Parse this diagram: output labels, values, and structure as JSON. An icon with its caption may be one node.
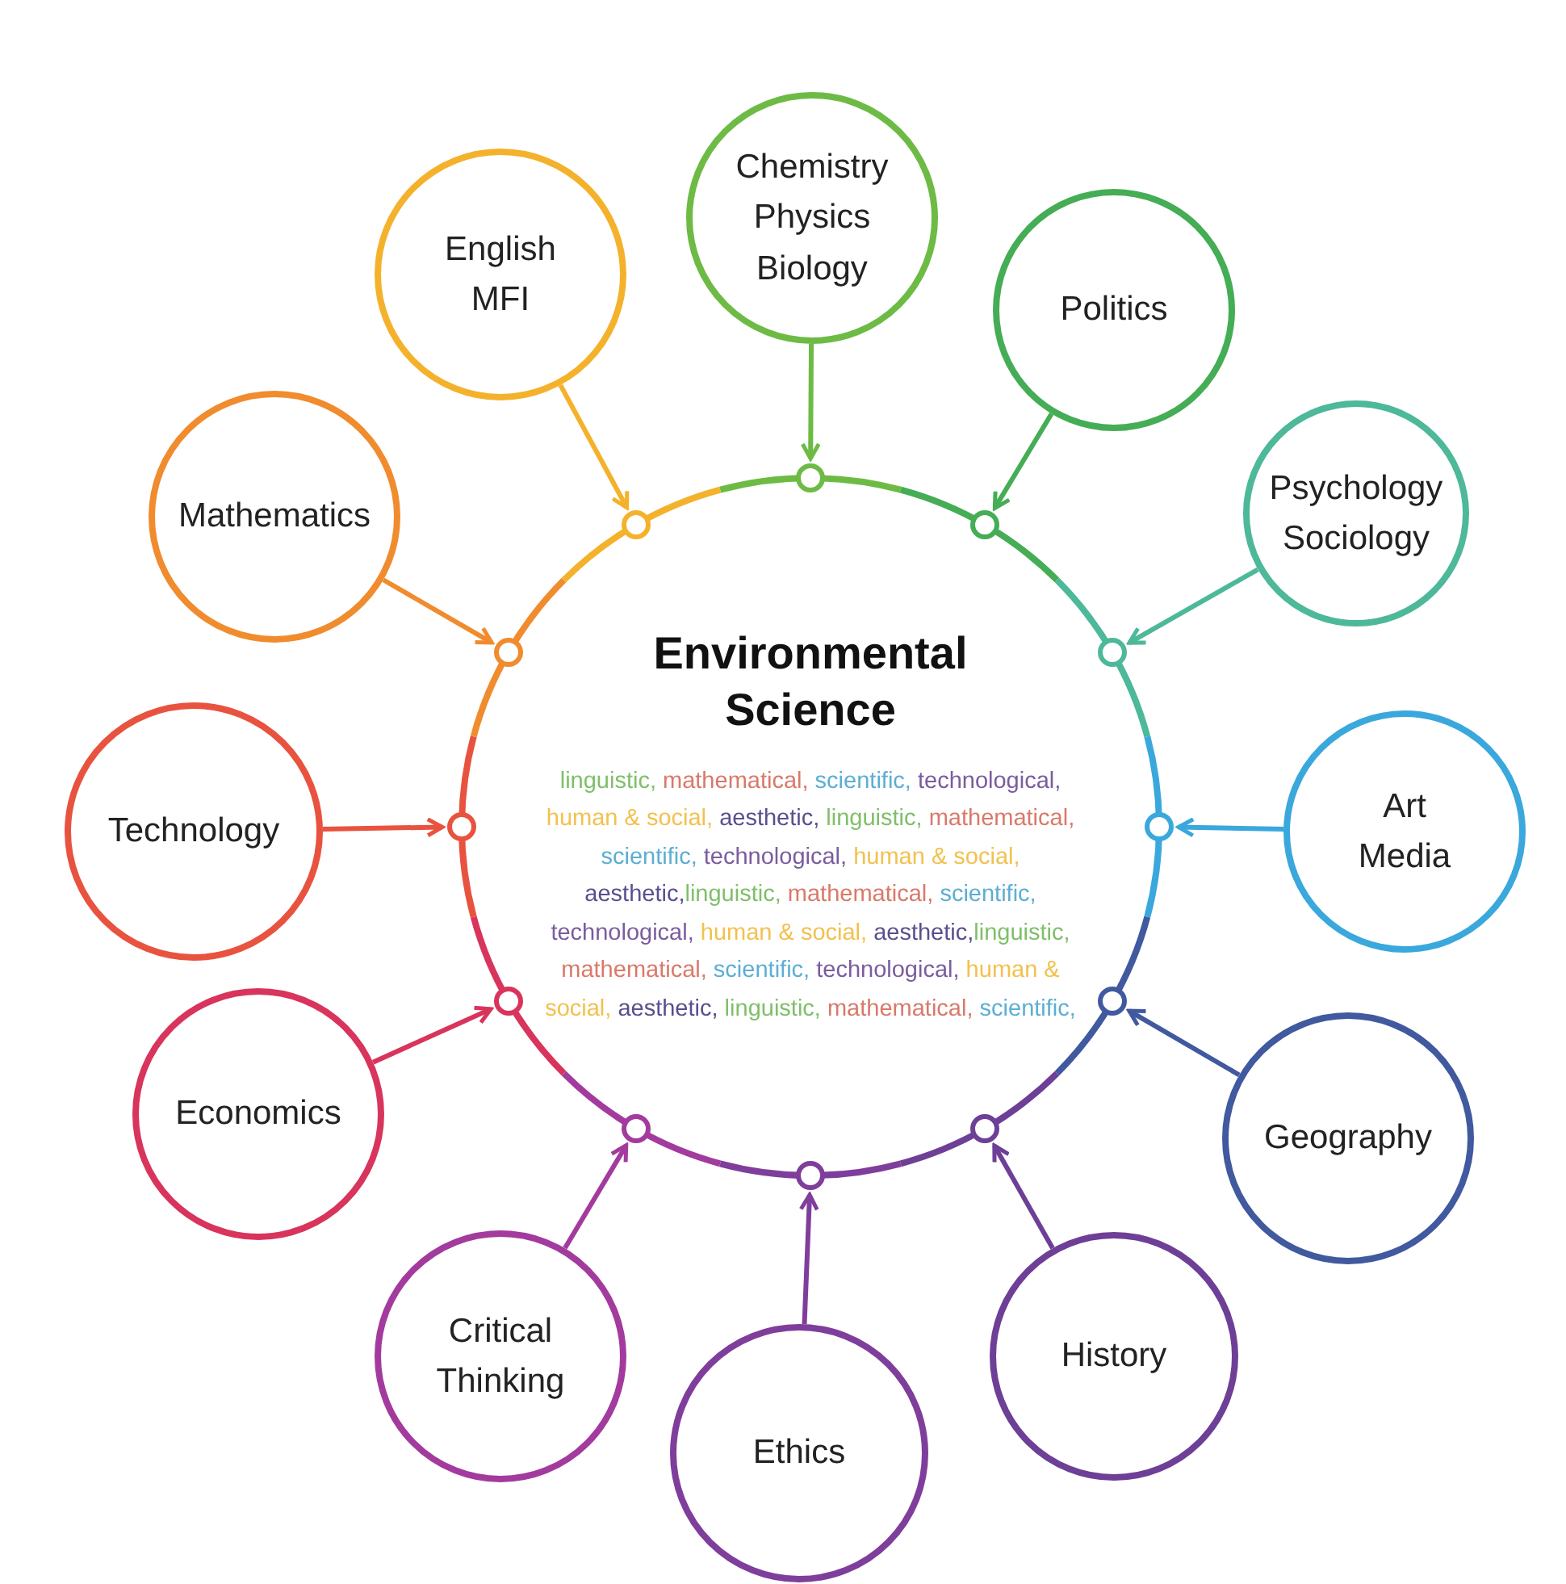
{
  "diagram": {
    "nodes": [
      {
        "text": [
          "Environmental Science",
          "linguistic, mathematical, scientific, technological, human & social, aesthetic, linguistic, mathematical, scientific, technological, human & social, aesthetic,linguistic, mathematical, scientific, technological, human & social, aesthetic,linguistic, mathematical, scientific, technological, human & social, aesthetic, linguistic, mathematical, scientific,"
        ]
      },
      {
        "text": [
          "Chemistry",
          "Physics",
          "Biology"
        ]
      },
      {
        "text": [
          "Politics"
        ]
      },
      {
        "text": [
          "Psychology",
          "Sociology"
        ]
      },
      {
        "text": [
          "Art",
          "Media"
        ]
      },
      {
        "text": [
          "Geography"
        ]
      },
      {
        "text": [
          "History"
        ]
      },
      {
        "text": [
          "Ethics"
        ]
      },
      {
        "text": [
          "Critical Thinking"
        ]
      },
      {
        "text": [
          "Economics"
        ]
      },
      {
        "text": [
          "Technology"
        ]
      },
      {
        "text": [
          "Mathematics"
        ]
      },
      {
        "text": [
          "English",
          "MFI"
        ]
      },
      {
        "text": [],
        "shape": "circle",
        "in": 0
      },
      {
        "text": [],
        "shape": "circle",
        "in": 0
      },
      {
        "text": [],
        "shape": "circle",
        "in": 0
      },
      {
        "text": [],
        "shape": "circle",
        "in": 0
      },
      {
        "text": [],
        "shape": "circle",
        "in": 0
      },
      {
        "text": [],
        "shape": "circle",
        "in": 0
      },
      {
        "text": [],
        "shape": "circle",
        "in": 0
      },
      {
        "text": [],
        "shape": "circle",
        "in": 0
      },
      {
        "text": [],
        "shape": "circle",
        "in": 0
      },
      {
        "text": [],
        "shape": "circle",
        "in": 0
      },
      {
        "text": [],
        "shape": "circle",
        "in": 0
      },
      {
        "text": [],
        "shape": "circle",
        "in": 0
      }
    ],
    "edges": [
      {
        "from": 1,
        "to": 13,
        "arrow": "to",
        "color": "#6dbb45"
      },
      {
        "from": 2,
        "to": 14,
        "arrow": "to",
        "color": "#45ad55"
      },
      {
        "from": 3,
        "to": 15,
        "arrow": "to",
        "color": "#4db89a"
      },
      {
        "from": 4,
        "to": 16,
        "arrow": "to",
        "color": "#3aa8dc"
      },
      {
        "from": 5,
        "to": 17,
        "arrow": "to",
        "color": "#40599f"
      },
      {
        "from": 6,
        "to": 18,
        "arrow": "to",
        "color": "#6e3f96"
      },
      {
        "from": 7,
        "to": 19,
        "arrow": "to",
        "color": "#7f3e9b"
      },
      {
        "from": 8,
        "to": 20,
        "arrow": "to",
        "color": "#a33b9e"
      },
      {
        "from": 9,
        "to": 21,
        "arrow": "to",
        "color": "#d8345c"
      },
      {
        "from": 10,
        "to": 22,
        "arrow": "to",
        "color": "#e8533f"
      },
      {
        "from": 11,
        "to": 23,
        "arrow": "to",
        "color": "#f08c2e"
      },
      {
        "from": 12,
        "to": 24,
        "arrow": "to",
        "color": "#f4b22c"
      }
    ]
  }
}
